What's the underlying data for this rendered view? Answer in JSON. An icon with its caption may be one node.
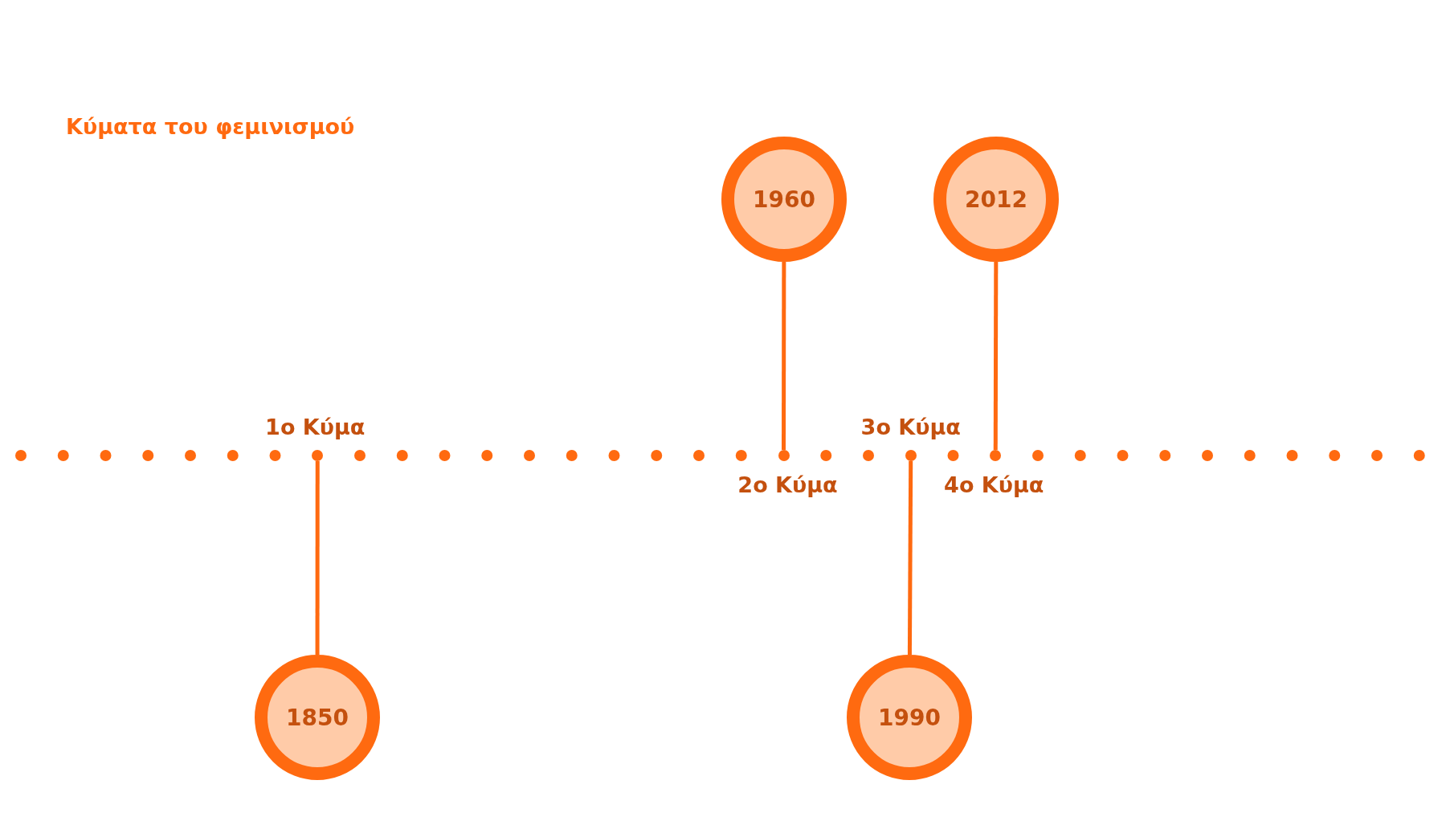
{
  "diagram": {
    "title": "Κύματα του φεμινισμού",
    "nodes": [
      {
        "text": [
          "1960"
        ]
      },
      {
        "text": [
          "2012"
        ]
      },
      {
        "text": [],
        "shape": "circle",
        "beside": [
          "1ο Κύμα"
        ]
      },
      {
        "text": [],
        "shape": "circle",
        "beside": [
          "2ο Κύμα"
        ]
      },
      {
        "text": [],
        "shape": "circle",
        "beside": [
          "3ο Κύμα"
        ]
      },
      {
        "text": [],
        "shape": "circle",
        "beside": [
          "4ο Κύμα"
        ]
      },
      {
        "text": [
          "1850"
        ]
      },
      {
        "text": [
          "1990"
        ]
      }
    ],
    "edges": [
      {
        "from": 0,
        "to": 3,
        "arrow": "none"
      },
      {
        "from": 1,
        "to": 5,
        "arrow": "none"
      },
      {
        "from": 6,
        "to": 2,
        "arrow": "none"
      },
      {
        "from": 7,
        "to": 4,
        "arrow": "none"
      }
    ]
  }
}
